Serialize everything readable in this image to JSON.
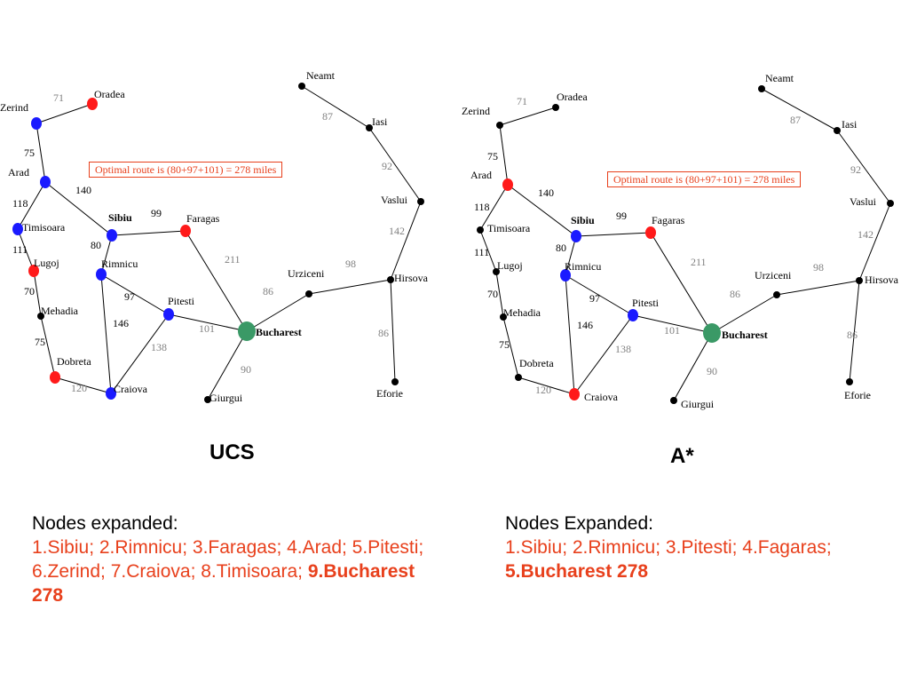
{
  "left": {
    "title": "UCS",
    "optimal_route": "Optimal route is (80+97+101) = 278 miles",
    "nodes_heading": "Nodes expanded:",
    "expanded_text": "1.Sibiu; 2.Rimnicu; 3.Faragas; 4.Arad; 5.Pitesti; 6.Zerind; 7.Craiova; 8.Timisoara;",
    "expanded_final": "9.Bucharest 278",
    "nodes": [
      {
        "id": "Zerind",
        "label": "Zerind",
        "color": "blue"
      },
      {
        "id": "Oradea",
        "label": "Oradea",
        "color": "red"
      },
      {
        "id": "Arad",
        "label": "Arad",
        "color": "blue"
      },
      {
        "id": "Timisoara",
        "label": "Timisoara",
        "color": "blue"
      },
      {
        "id": "Lugoj",
        "label": "Lugoj",
        "color": "red"
      },
      {
        "id": "Mehadia",
        "label": "Mehadia",
        "color": "black"
      },
      {
        "id": "Dobreta",
        "label": "Dobreta",
        "color": "red"
      },
      {
        "id": "Craiova",
        "label": "Craiova",
        "color": "blue"
      },
      {
        "id": "Sibiu",
        "label": "Sibiu",
        "color": "blue"
      },
      {
        "id": "Rimnicu",
        "label": "Rimnicu",
        "color": "blue"
      },
      {
        "id": "Faragas",
        "label": "Faragas",
        "color": "red"
      },
      {
        "id": "Pitesti",
        "label": "Pitesti",
        "color": "blue"
      },
      {
        "id": "Bucharest",
        "label": "Bucharest",
        "color": "green"
      },
      {
        "id": "Giurgui",
        "label": "Giurgui",
        "color": "black"
      },
      {
        "id": "Urziceni",
        "label": "Urziceni",
        "color": "black"
      },
      {
        "id": "Hirsova",
        "label": "Hirsova",
        "color": "black"
      },
      {
        "id": "Eforie",
        "label": "Eforie",
        "color": "black"
      },
      {
        "id": "Vaslui",
        "label": "Vaslui",
        "color": "black"
      },
      {
        "id": "Iasi",
        "label": "Iasi",
        "color": "black"
      },
      {
        "id": "Neamt",
        "label": "Neamt",
        "color": "black"
      }
    ],
    "edges": [
      {
        "a": "Zerind",
        "b": "Oradea",
        "w": "71",
        "c": "gray"
      },
      {
        "a": "Zerind",
        "b": "Arad",
        "w": "75",
        "c": "black"
      },
      {
        "a": "Arad",
        "b": "Timisoara",
        "w": "118",
        "c": "black"
      },
      {
        "a": "Timisoara",
        "b": "Lugoj",
        "w": "111",
        "c": "black"
      },
      {
        "a": "Lugoj",
        "b": "Mehadia",
        "w": "70",
        "c": "black"
      },
      {
        "a": "Mehadia",
        "b": "Dobreta",
        "w": "75",
        "c": "black"
      },
      {
        "a": "Dobreta",
        "b": "Craiova",
        "w": "120",
        "c": "gray"
      },
      {
        "a": "Arad",
        "b": "Sibiu",
        "w": "140",
        "c": "black"
      },
      {
        "a": "Sibiu",
        "b": "Faragas",
        "w": "99",
        "c": "black"
      },
      {
        "a": "Sibiu",
        "b": "Rimnicu",
        "w": "80",
        "c": "black"
      },
      {
        "a": "Rimnicu",
        "b": "Pitesti",
        "w": "97",
        "c": "black"
      },
      {
        "a": "Rimnicu",
        "b": "Craiova",
        "w": "146",
        "c": "black"
      },
      {
        "a": "Craiova",
        "b": "Pitesti",
        "w": "138",
        "c": "gray"
      },
      {
        "a": "Pitesti",
        "b": "Bucharest",
        "w": "101",
        "c": "gray"
      },
      {
        "a": "Faragas",
        "b": "Bucharest",
        "w": "211",
        "c": "gray"
      },
      {
        "a": "Bucharest",
        "b": "Giurgui",
        "w": "90",
        "c": "gray"
      },
      {
        "a": "Bucharest",
        "b": "Urziceni",
        "w": "86",
        "c": "gray"
      },
      {
        "a": "Urziceni",
        "b": "Hirsova",
        "w": "98",
        "c": "gray"
      },
      {
        "a": "Hirsova",
        "b": "Eforie",
        "w": "86",
        "c": "gray"
      },
      {
        "a": "Hirsova",
        "b": "Vaslui",
        "w": "142",
        "c": "gray"
      },
      {
        "a": "Vaslui",
        "b": "Iasi",
        "w": "92",
        "c": "gray"
      },
      {
        "a": "Iasi",
        "b": "Neamt",
        "w": "87",
        "c": "gray"
      }
    ]
  },
  "right": {
    "title": "A*",
    "optimal_route": "Optimal route is (80+97+101) = 278 miles",
    "nodes_heading": "Nodes Expanded:",
    "expanded_text": "1.Sibiu; 2.Rimnicu; 3.Pitesti; 4.Fagaras;",
    "expanded_final": "5.Bucharest 278",
    "nodes": [
      {
        "id": "Zerind",
        "label": "Zerind",
        "color": "black"
      },
      {
        "id": "Oradea",
        "label": "Oradea",
        "color": "black"
      },
      {
        "id": "Arad",
        "label": "Arad",
        "color": "red"
      },
      {
        "id": "Timisoara",
        "label": "Timisoara",
        "color": "black"
      },
      {
        "id": "Lugoj",
        "label": "Lugoj",
        "color": "black"
      },
      {
        "id": "Mehadia",
        "label": "Mehadia",
        "color": "black"
      },
      {
        "id": "Dobreta",
        "label": "Dobreta",
        "color": "black"
      },
      {
        "id": "Craiova",
        "label": "Craiova",
        "color": "red"
      },
      {
        "id": "Sibiu",
        "label": "Sibiu",
        "color": "blue"
      },
      {
        "id": "Rimnicu",
        "label": "Rimnicu",
        "color": "blue"
      },
      {
        "id": "Fagaras",
        "label": "Fagaras",
        "color": "red"
      },
      {
        "id": "Pitesti",
        "label": "Pitesti",
        "color": "blue"
      },
      {
        "id": "Bucharest",
        "label": "Bucharest",
        "color": "green"
      },
      {
        "id": "Giurgui",
        "label": "Giurgui",
        "color": "black"
      },
      {
        "id": "Urziceni",
        "label": "Urziceni",
        "color": "black"
      },
      {
        "id": "Hirsova",
        "label": "Hirsova",
        "color": "black"
      },
      {
        "id": "Eforie",
        "label": "Eforie",
        "color": "black"
      },
      {
        "id": "Vaslui",
        "label": "Vaslui",
        "color": "black"
      },
      {
        "id": "Iasi",
        "label": "Iasi",
        "color": "black"
      },
      {
        "id": "Neamt",
        "label": "Neamt",
        "color": "black"
      }
    ],
    "edges": [
      {
        "a": "Zerind",
        "b": "Oradea",
        "w": "71",
        "c": "gray"
      },
      {
        "a": "Zerind",
        "b": "Arad",
        "w": "75",
        "c": "black"
      },
      {
        "a": "Arad",
        "b": "Timisoara",
        "w": "118",
        "c": "black"
      },
      {
        "a": "Timisoara",
        "b": "Lugoj",
        "w": "111",
        "c": "black"
      },
      {
        "a": "Lugoj",
        "b": "Mehadia",
        "w": "70",
        "c": "black"
      },
      {
        "a": "Mehadia",
        "b": "Dobreta",
        "w": "75",
        "c": "black"
      },
      {
        "a": "Dobreta",
        "b": "Craiova",
        "w": "120",
        "c": "gray"
      },
      {
        "a": "Arad",
        "b": "Sibiu",
        "w": "140",
        "c": "black"
      },
      {
        "a": "Sibiu",
        "b": "Fagaras",
        "w": "99",
        "c": "black"
      },
      {
        "a": "Sibiu",
        "b": "Rimnicu",
        "w": "80",
        "c": "black"
      },
      {
        "a": "Rimnicu",
        "b": "Pitesti",
        "w": "97",
        "c": "black"
      },
      {
        "a": "Rimnicu",
        "b": "Craiova",
        "w": "146",
        "c": "black"
      },
      {
        "a": "Craiova",
        "b": "Pitesti",
        "w": "138",
        "c": "gray"
      },
      {
        "a": "Pitesti",
        "b": "Bucharest",
        "w": "101",
        "c": "gray"
      },
      {
        "a": "Fagaras",
        "b": "Bucharest",
        "w": "211",
        "c": "gray"
      },
      {
        "a": "Bucharest",
        "b": "Giurgui",
        "w": "90",
        "c": "gray"
      },
      {
        "a": "Bucharest",
        "b": "Urziceni",
        "w": "86",
        "c": "gray"
      },
      {
        "a": "Urziceni",
        "b": "Hirsova",
        "w": "98",
        "c": "gray"
      },
      {
        "a": "Hirsova",
        "b": "Eforie",
        "w": "86",
        "c": "gray"
      },
      {
        "a": "Hirsova",
        "b": "Vaslui",
        "w": "142",
        "c": "gray"
      },
      {
        "a": "Vaslui",
        "b": "Iasi",
        "w": "92",
        "c": "gray"
      },
      {
        "a": "Iasi",
        "b": "Neamt",
        "w": "87",
        "c": "gray"
      }
    ]
  },
  "colors": {
    "blue": "#1a1aff",
    "red": "#ff1a1a",
    "green": "#3a9966",
    "black": "#000000",
    "gray": "#808080",
    "accent": "#e8401c"
  }
}
